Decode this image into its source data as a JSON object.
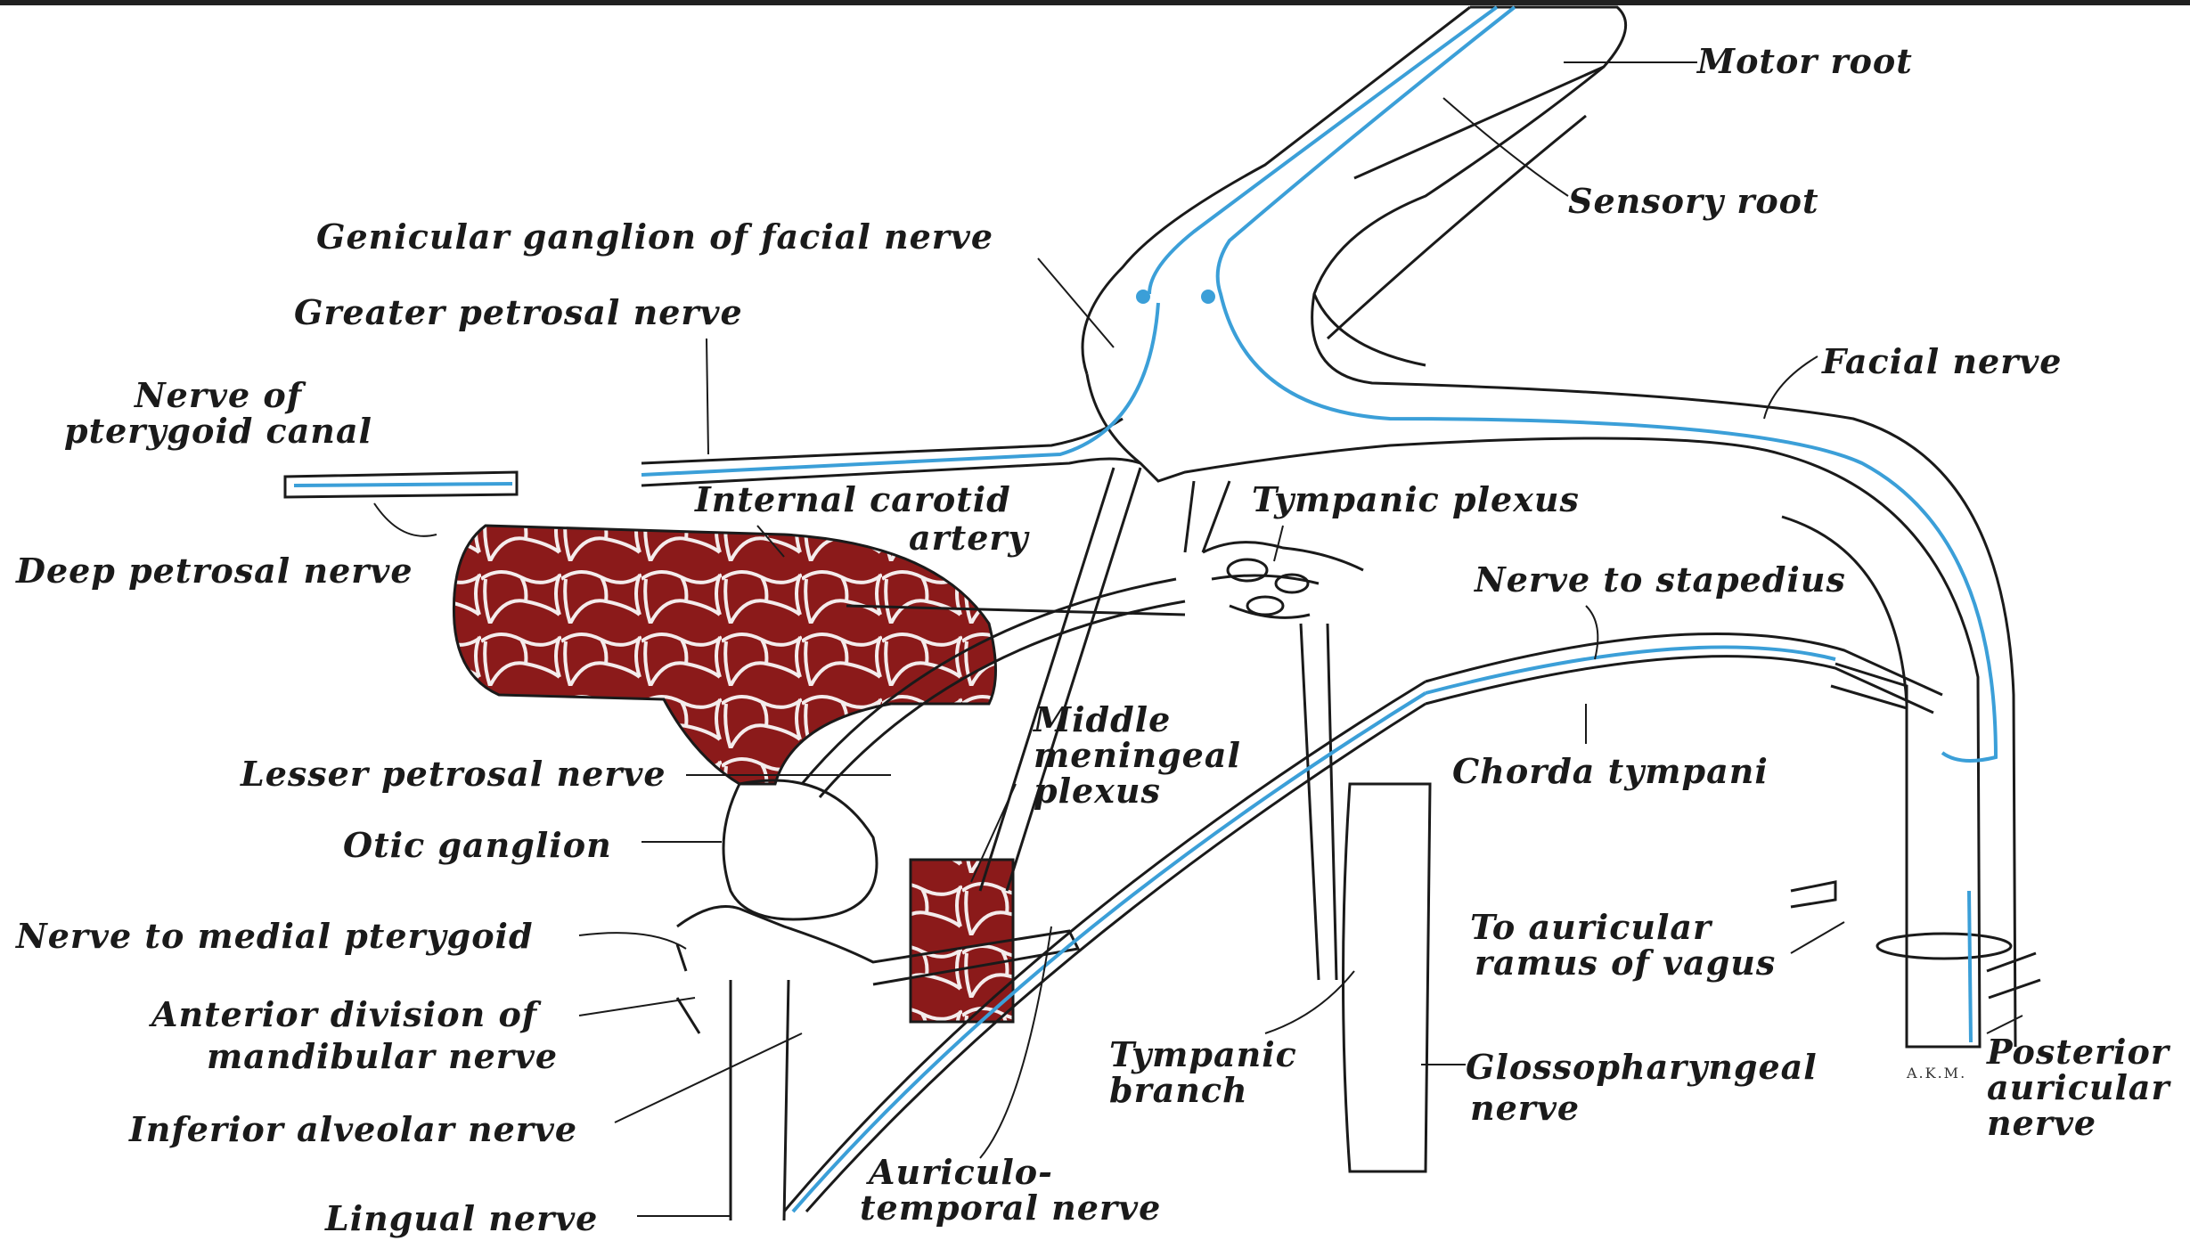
{
  "labels": {
    "motor_root": "Motor root",
    "sensory_root": "Sensory root",
    "genicular_ganglion": "Genicular ganglion of facial nerve",
    "greater_petrosal": "Greater petrosal nerve",
    "nerve_pterygoid_canal_1": "Nerve of",
    "nerve_pterygoid_canal_2": "pterygoid canal",
    "deep_petrosal": "Deep petrosal nerve",
    "internal_carotid_1": "Internal carotid",
    "internal_carotid_2": "artery",
    "tympanic_plexus": "Tympanic plexus",
    "facial_nerve": "Facial nerve",
    "nerve_to_stapedius": "Nerve to stapedius",
    "middle_meningeal_1": "Middle",
    "middle_meningeal_2": "meningeal",
    "middle_meningeal_3": "plexus",
    "lesser_petrosal": "Lesser petrosal nerve",
    "chorda_tympani": "Chorda tympani",
    "otic_ganglion": "Otic ganglion",
    "nerve_medial_pterygoid": "Nerve to medial pterygoid",
    "to_auricular_1": "To auricular",
    "to_auricular_2": "ramus of vagus",
    "anterior_division_1": "Anterior division of",
    "anterior_division_2": "mandibular nerve",
    "tympanic_branch_1": "Tympanic",
    "tympanic_branch_2": "branch",
    "glossopharyngeal_1": "Glossopharyngeal",
    "glossopharyngeal_2": "nerve",
    "posterior_auricular_1": "Posterior",
    "posterior_auricular_2": "auricular",
    "posterior_auricular_3": "nerve",
    "inferior_alveolar": "Inferior alveolar nerve",
    "auriculotemporal_1": "Auriculo-",
    "auriculotemporal_2": "temporal nerve",
    "lingual_nerve": "Lingual nerve"
  },
  "signature": "A.K.M.",
  "colors": {
    "nerve_blue": "#3b9fd8",
    "outline": "#1a1a1a",
    "artery_red": "#8b1a1a",
    "background": "#ffffff"
  }
}
